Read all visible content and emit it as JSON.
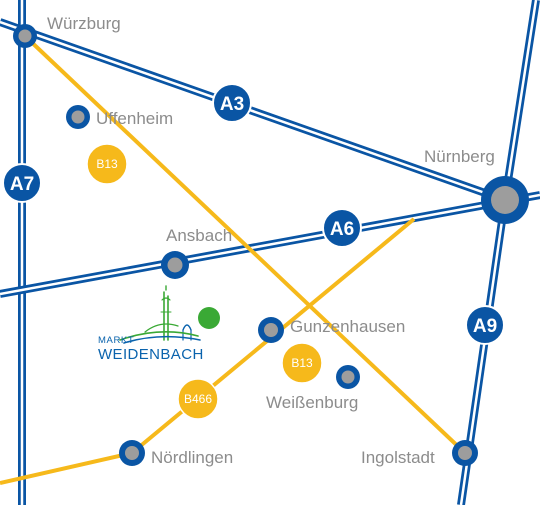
{
  "cities": {
    "wuerzburg": "Würzburg",
    "uffenheim": "Uffenheim",
    "nuernberg": "Nürnberg",
    "ansbach": "Ansbach",
    "gunzenhausen": "Gunzenhausen",
    "weissenburg": "Weißenburg",
    "ingolstadt": "Ingolstadt",
    "noerdlingen": "Nördlingen"
  },
  "autobahns": {
    "a3": "A3",
    "a6": "A6",
    "a7": "A7",
    "a9": "A9"
  },
  "bundesstrassen": {
    "b13_north": "B13",
    "b13_south": "B13",
    "b466": "B466"
  },
  "logo": {
    "line1": "MARKT",
    "line2": "WEIDENBACH"
  },
  "colors": {
    "motorway_blue": "#0a55a4",
    "federal_road_yellow": "#f6b91b",
    "node_gray": "#9d9d9d",
    "label_gray": "#8c8c8c",
    "location_green": "#3aa935"
  }
}
